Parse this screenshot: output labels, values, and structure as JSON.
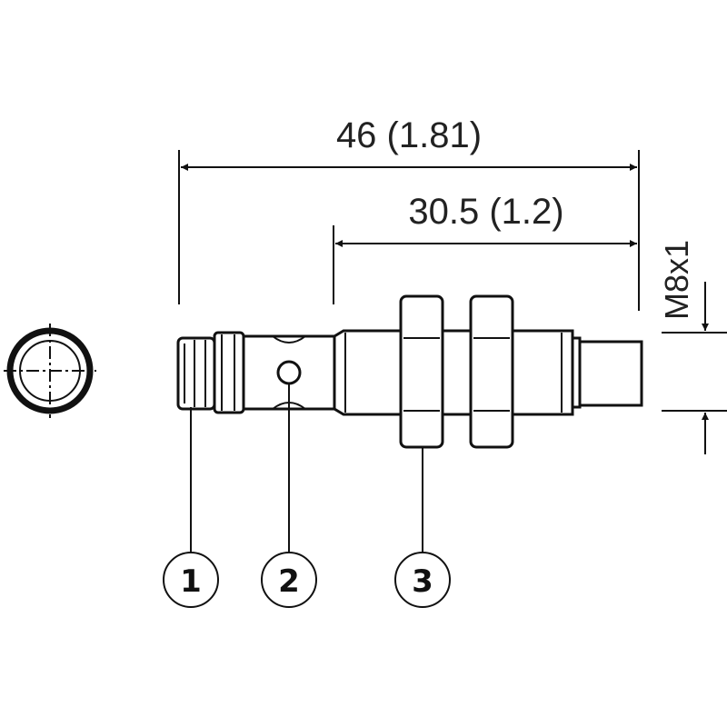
{
  "dimensions": {
    "overall_length": "46 (1.81)",
    "threaded_length": "30.5 (1.2)",
    "thread_size": "M8x1"
  },
  "callouts": [
    "1",
    "2",
    "3"
  ],
  "colors": {
    "line": "#111111",
    "background": "#ffffff"
  }
}
